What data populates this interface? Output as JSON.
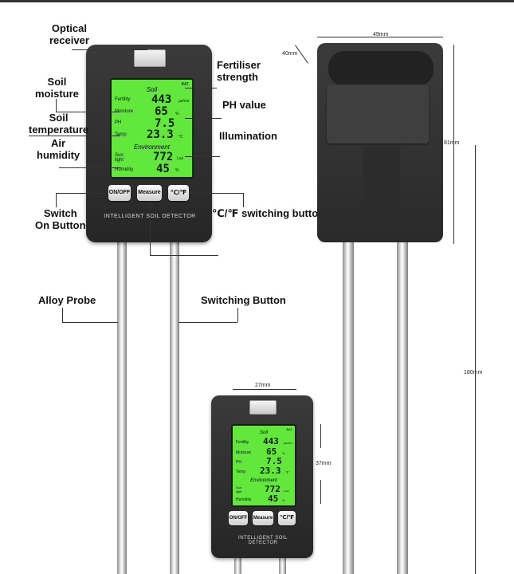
{
  "annotations": {
    "optical_receiver": "Optical\nreceiver",
    "soil_moisture": "Soil\nmoisture",
    "soil_temperature": "Soil\ntemperature",
    "air_humidity": "Air\nhumidity",
    "switch_on": "Switch\nOn Button",
    "fertiliser": "Fertiliser\nstrength",
    "ph_value": "PH value",
    "illumination": "Illumination",
    "switching_button_cf": "℃/℉ switching button",
    "alloy_probe": "Alloy Probe",
    "switching_button": "Switching Button"
  },
  "dimensions": {
    "width_back": "49mm",
    "depth": "40mm",
    "height_back": "81mm",
    "probe_length": "180mm",
    "width_front": "27mm",
    "screen_height": "37mm"
  },
  "lcd": {
    "battery": "BAT",
    "soil_header": "Soil",
    "env_header": "Environment",
    "fertility_label": "Fertility",
    "fertility_value": "443",
    "fertility_unit": "μs/cm",
    "moisture_label": "Moisture",
    "moisture_value": "65",
    "moisture_unit": "%",
    "ph_label": "PH",
    "ph_value": "7.5",
    "temp_label": "Temp",
    "temp_value": "23.3",
    "temp_unit": "℃",
    "sunlight_label": "Sun\nlight",
    "sunlight_value": "772",
    "sunlight_unit": "Lux",
    "humidity_label": "Humidity",
    "humidity_value": "45",
    "humidity_unit": "%"
  },
  "buttons": {
    "on_off": "ON/OFF",
    "measure": "Measure",
    "unit": "℃/℉"
  },
  "brand": "INTELLIGENT SOIL DETECTOR",
  "colors": {
    "lcd_green": "#62e83a",
    "body": "#2a2a2a"
  }
}
